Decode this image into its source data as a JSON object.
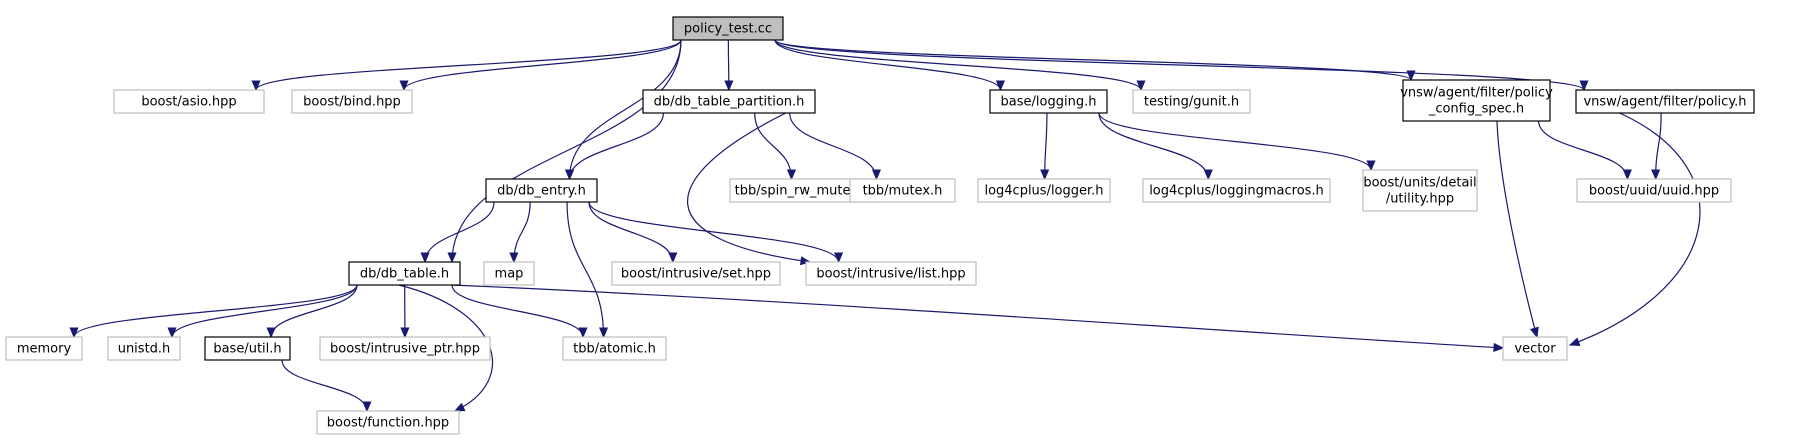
{
  "colors": {
    "edge": "#191970",
    "root_fill": "#bfbfbf",
    "documented_border": "#000000",
    "external_border": "#bfbfbf"
  },
  "nodes": [
    {
      "id": "policy_test",
      "kind": "root",
      "lines": [
        "policy_test.cc"
      ]
    },
    {
      "id": "asio",
      "kind": "external",
      "lines": [
        "boost/asio.hpp"
      ]
    },
    {
      "id": "bind",
      "kind": "external",
      "lines": [
        "boost/bind.hpp"
      ]
    },
    {
      "id": "db_table_partition",
      "kind": "documented",
      "lines": [
        "db/db_table_partition.h"
      ]
    },
    {
      "id": "base_logging",
      "kind": "documented",
      "lines": [
        "base/logging.h"
      ]
    },
    {
      "id": "gunit",
      "kind": "external",
      "lines": [
        "testing/gunit.h"
      ]
    },
    {
      "id": "policy_config_spec",
      "kind": "documented",
      "lines": [
        "vnsw/agent/filter/policy",
        "_config_spec.h"
      ]
    },
    {
      "id": "policy_h",
      "kind": "documented",
      "lines": [
        "vnsw/agent/filter/policy.h"
      ]
    },
    {
      "id": "db_entry",
      "kind": "documented",
      "lines": [
        "db/db_entry.h"
      ]
    },
    {
      "id": "spin_rw_mutex",
      "kind": "external",
      "lines": [
        "tbb/spin_rw_mutex.h"
      ]
    },
    {
      "id": "tbb_mutex",
      "kind": "external",
      "lines": [
        "tbb/mutex.h"
      ]
    },
    {
      "id": "logger",
      "kind": "external",
      "lines": [
        "log4cplus/logger.h"
      ]
    },
    {
      "id": "loggingmacros",
      "kind": "external",
      "lines": [
        "log4cplus/loggingmacros.h"
      ]
    },
    {
      "id": "units_utility",
      "kind": "external",
      "lines": [
        "boost/units/detail",
        "/utility.hpp"
      ]
    },
    {
      "id": "uuid",
      "kind": "external",
      "lines": [
        "boost/uuid/uuid.hpp"
      ]
    },
    {
      "id": "db_table",
      "kind": "documented",
      "lines": [
        "db/db_table.h"
      ]
    },
    {
      "id": "map",
      "kind": "external",
      "lines": [
        "map"
      ]
    },
    {
      "id": "intrusive_set",
      "kind": "external",
      "lines": [
        "boost/intrusive/set.hpp"
      ]
    },
    {
      "id": "intrusive_list",
      "kind": "external",
      "lines": [
        "boost/intrusive/list.hpp"
      ]
    },
    {
      "id": "memory",
      "kind": "external",
      "lines": [
        "memory"
      ]
    },
    {
      "id": "unistd",
      "kind": "external",
      "lines": [
        "unistd.h"
      ]
    },
    {
      "id": "base_util",
      "kind": "documented",
      "lines": [
        "base/util.h"
      ]
    },
    {
      "id": "intrusive_ptr",
      "kind": "external",
      "lines": [
        "boost/intrusive_ptr.hpp"
      ]
    },
    {
      "id": "tbb_atomic",
      "kind": "external",
      "lines": [
        "tbb/atomic.h"
      ]
    },
    {
      "id": "vector",
      "kind": "external",
      "lines": [
        "vector"
      ]
    },
    {
      "id": "boost_function",
      "kind": "external",
      "lines": [
        "boost/function.hpp"
      ]
    }
  ],
  "edges": [
    [
      "policy_test",
      "asio"
    ],
    [
      "policy_test",
      "bind"
    ],
    [
      "policy_test",
      "db_table_partition"
    ],
    [
      "policy_test",
      "db_entry"
    ],
    [
      "policy_test",
      "db_table"
    ],
    [
      "policy_test",
      "base_logging"
    ],
    [
      "policy_test",
      "gunit"
    ],
    [
      "policy_test",
      "policy_config_spec"
    ],
    [
      "policy_test",
      "policy_h"
    ],
    [
      "db_table_partition",
      "db_entry"
    ],
    [
      "db_table_partition",
      "spin_rw_mutex"
    ],
    [
      "db_table_partition",
      "tbb_mutex"
    ],
    [
      "db_table_partition",
      "intrusive_list"
    ],
    [
      "db_entry",
      "db_table"
    ],
    [
      "db_entry",
      "map"
    ],
    [
      "db_entry",
      "intrusive_set"
    ],
    [
      "db_entry",
      "intrusive_list"
    ],
    [
      "db_entry",
      "tbb_atomic"
    ],
    [
      "base_logging",
      "logger"
    ],
    [
      "base_logging",
      "loggingmacros"
    ],
    [
      "base_logging",
      "units_utility"
    ],
    [
      "policy_config_spec",
      "uuid"
    ],
    [
      "policy_config_spec",
      "vector"
    ],
    [
      "policy_h",
      "uuid"
    ],
    [
      "policy_h",
      "vector"
    ],
    [
      "db_table",
      "memory"
    ],
    [
      "db_table",
      "unistd"
    ],
    [
      "db_table",
      "base_util"
    ],
    [
      "db_table",
      "intrusive_ptr"
    ],
    [
      "db_table",
      "tbb_atomic"
    ],
    [
      "db_table",
      "vector"
    ],
    [
      "db_table",
      "boost_function"
    ],
    [
      "base_util",
      "boost_function"
    ]
  ]
}
